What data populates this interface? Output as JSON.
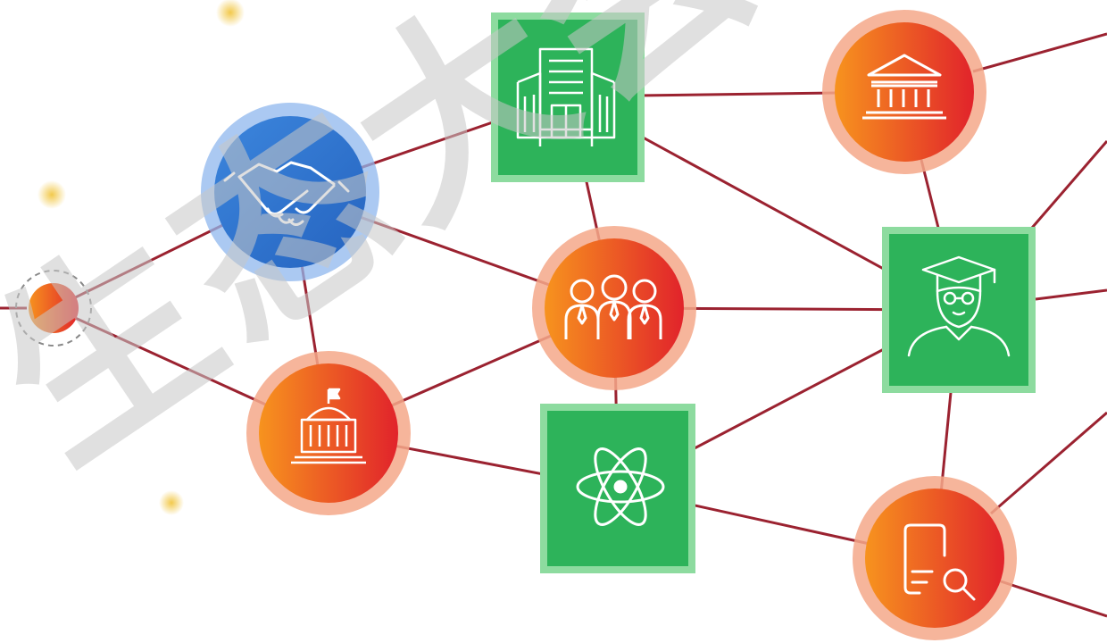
{
  "diagram": {
    "watermark": "生态大会",
    "colors": {
      "edge": "#9b2230",
      "orange_start": "#f7931e",
      "orange_end": "#e1232b",
      "orange_halo": "#f5a88a",
      "green": "#2db35a",
      "green_border": "#8ddb9f",
      "blue": "#2f74cf",
      "blue_halo": "#8fb7ee",
      "dot": "#f2c94c",
      "watermark": "#c8c8c8"
    },
    "nodes": [
      {
        "id": "small-dot",
        "shape": "circle",
        "style": "orange",
        "icon": "dot"
      },
      {
        "id": "handshake",
        "shape": "circle",
        "style": "blue",
        "icon": "handshake-icon"
      },
      {
        "id": "office-building",
        "shape": "square",
        "style": "green",
        "icon": "office-building-icon"
      },
      {
        "id": "bank",
        "shape": "circle",
        "style": "orange",
        "icon": "bank-icon"
      },
      {
        "id": "team",
        "shape": "circle",
        "style": "orange",
        "icon": "team-icon"
      },
      {
        "id": "graduate",
        "shape": "square",
        "style": "green",
        "icon": "graduate-icon"
      },
      {
        "id": "government",
        "shape": "circle",
        "style": "orange",
        "icon": "government-building-icon"
      },
      {
        "id": "atom",
        "shape": "square",
        "style": "green",
        "icon": "atom-icon"
      },
      {
        "id": "research",
        "shape": "circle",
        "style": "orange",
        "icon": "document-search-icon"
      }
    ],
    "edges": [
      [
        "small-dot",
        "handshake"
      ],
      [
        "small-dot",
        "government"
      ],
      [
        "handshake",
        "office-building"
      ],
      [
        "handshake",
        "team"
      ],
      [
        "handshake",
        "government"
      ],
      [
        "office-building",
        "bank"
      ],
      [
        "office-building",
        "team"
      ],
      [
        "office-building",
        "graduate"
      ],
      [
        "bank",
        "graduate"
      ],
      [
        "team",
        "graduate"
      ],
      [
        "team",
        "atom"
      ],
      [
        "team",
        "government"
      ],
      [
        "government",
        "atom"
      ],
      [
        "atom",
        "graduate"
      ],
      [
        "atom",
        "research"
      ],
      [
        "graduate",
        "research"
      ]
    ]
  }
}
